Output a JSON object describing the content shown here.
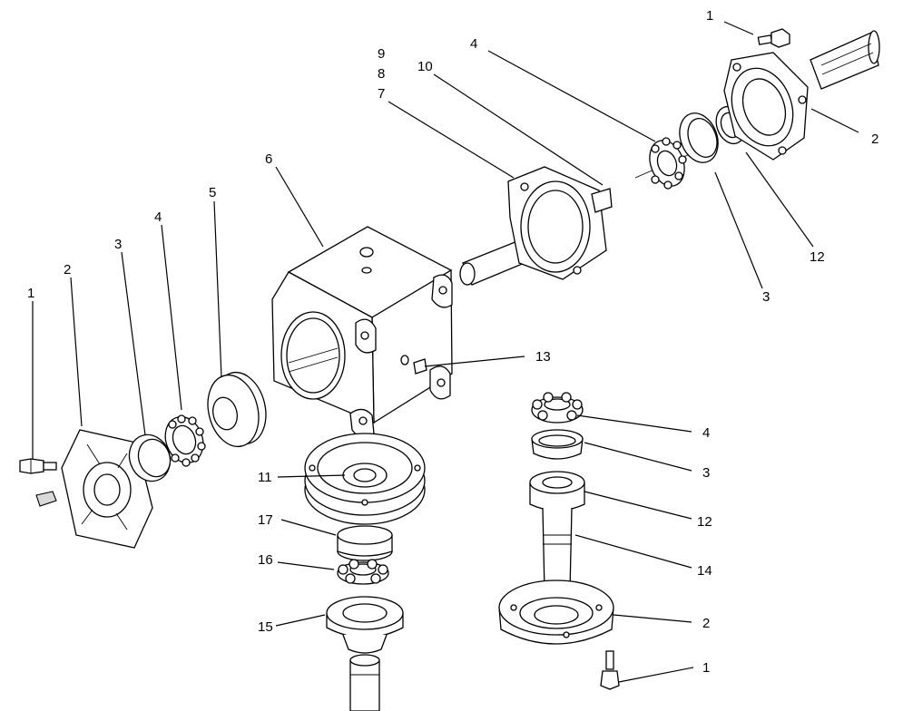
{
  "callouts": {
    "c1_left": "1",
    "c2_left": "2",
    "c3_left": "3",
    "c4_left": "4",
    "c5_left": "5",
    "c6": "6",
    "c7": "7",
    "c8": "8",
    "c9": "9",
    "c10": "10",
    "c4_top": "4",
    "c1_top": "1",
    "c2_top": "2",
    "c12_top": "12",
    "c3_top": "3",
    "c13": "13",
    "c11": "11",
    "c4_bot": "4",
    "c3_bot": "3",
    "c12_bot": "12",
    "c14": "14",
    "c2_bot": "2",
    "c1_bot": "1",
    "c17": "17",
    "c16": "16",
    "c15": "15"
  }
}
